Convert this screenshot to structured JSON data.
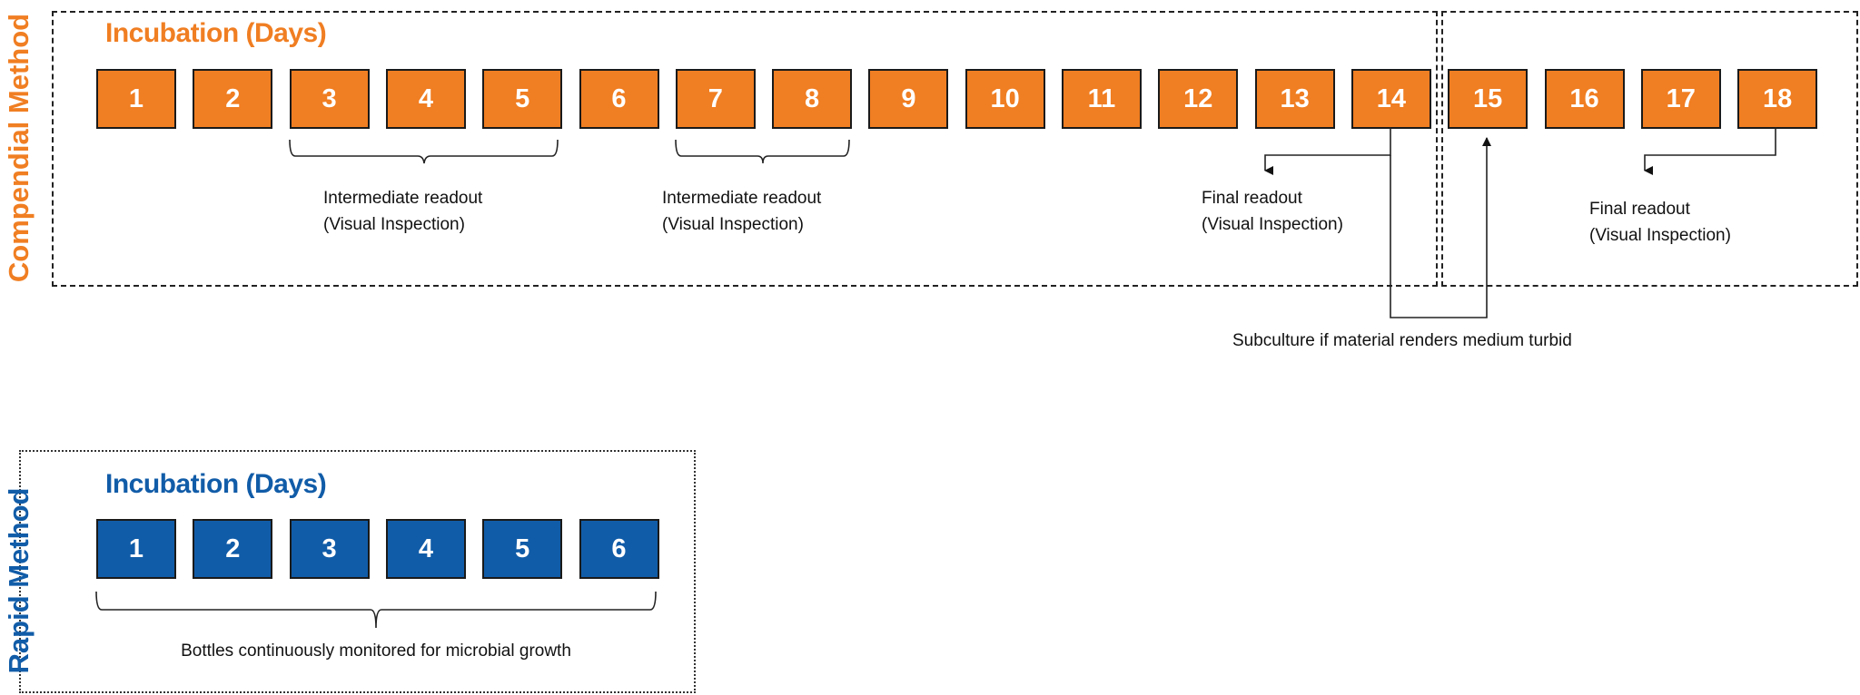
{
  "colors": {
    "compendial": "#F07E22",
    "rapid": "#115CA8"
  },
  "compendial": {
    "label": "Compendial Method",
    "title": "Incubation (Days)",
    "days": [
      "1",
      "2",
      "3",
      "4",
      "5",
      "6",
      "7",
      "8",
      "9",
      "10",
      "11",
      "12",
      "13",
      "14",
      "15",
      "16",
      "17",
      "18"
    ],
    "intermediate_1": {
      "line1": "Intermediate readout",
      "line2": "(Visual Inspection)"
    },
    "intermediate_2": {
      "line1": "Intermediate readout",
      "line2": "(Visual Inspection)"
    },
    "final_1": {
      "line1": "Final readout",
      "line2": "(Visual Inspection)"
    },
    "final_2": {
      "line1": "Final readout",
      "line2": "(Visual Inspection)"
    },
    "subculture": "Subculture if material renders medium turbid"
  },
  "rapid": {
    "label": "Rapid Method",
    "title": "Incubation (Days)",
    "days": [
      "1",
      "2",
      "3",
      "4",
      "5",
      "6"
    ],
    "monitoring": "Bottles continuously monitored for microbial growth"
  }
}
